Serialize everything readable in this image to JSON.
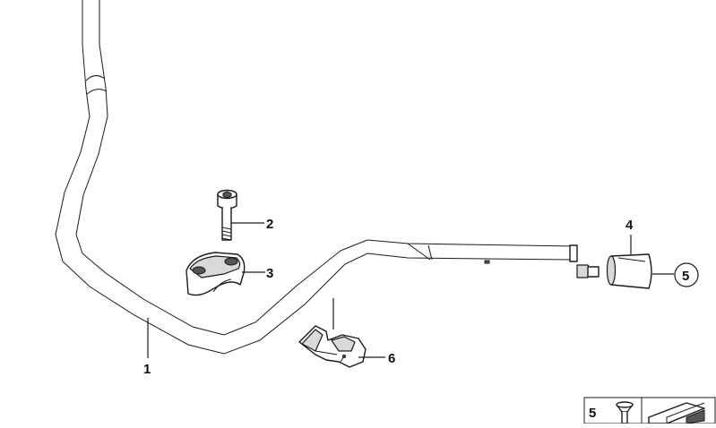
{
  "callouts": [
    {
      "id": "1",
      "label": "1"
    },
    {
      "id": "2",
      "label": "2"
    },
    {
      "id": "3",
      "label": "3"
    },
    {
      "id": "4",
      "label": "4"
    },
    {
      "id": "5",
      "label": "5"
    },
    {
      "id": "6",
      "label": "6"
    }
  ],
  "legend_box": {
    "number": "5"
  }
}
